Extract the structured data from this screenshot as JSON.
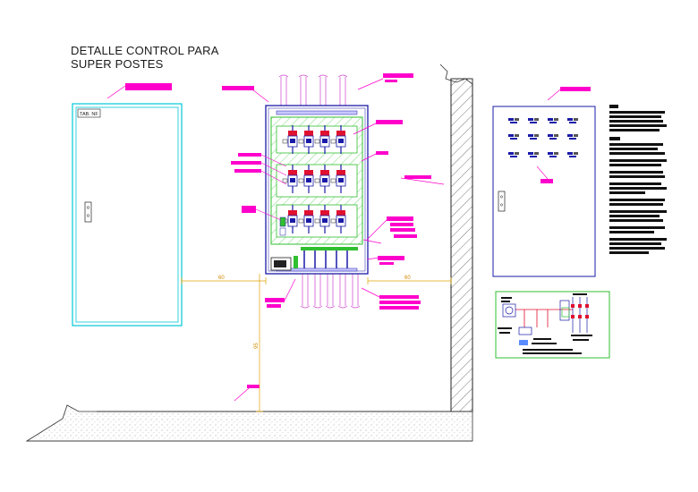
{
  "title": {
    "line1": "DETALLE CONTROL PARA",
    "line2": "SUPER POSTES"
  },
  "cabinet_tag": "TAB. NF",
  "dimensions": {
    "left_gap": "60",
    "right_gap": "60",
    "height_to_floor": "95"
  },
  "colors": {
    "cabinet_outline": "#00c8d8",
    "panel_outline": "#1a1aa8",
    "mounting_plate": "#2fbf2f",
    "breaker_red": "#e01030",
    "callout_magenta": "#ff00cc",
    "dimension": "#e0a000",
    "conduit_magenta": "#cc44cc",
    "wall_hatch": "#555555",
    "ground_fill": "#d8d8d8"
  },
  "breaker_grid": {
    "rows": 3,
    "columns": 4
  }
}
